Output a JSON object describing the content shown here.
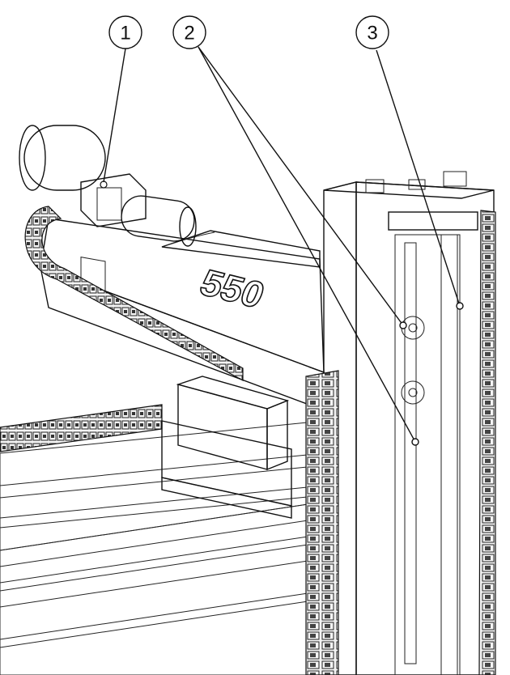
{
  "callouts": [
    {
      "id": "1",
      "label": "1"
    },
    {
      "id": "2",
      "label": "2"
    },
    {
      "id": "3",
      "label": "3"
    }
  ],
  "machine": {
    "model_marking": "550"
  },
  "colors": {
    "line": "#111111",
    "background": "#ffffff",
    "shade_light": "#f2f2f2",
    "shade_mid": "#d9d9d9",
    "shade_dark": "#8a8a8a"
  }
}
